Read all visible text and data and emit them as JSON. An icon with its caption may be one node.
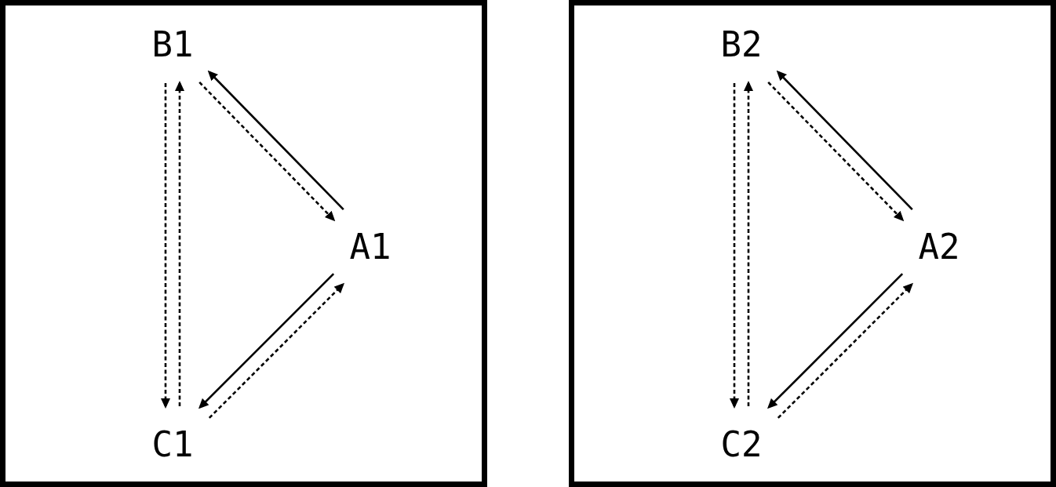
{
  "diagram": {
    "nodes": [
      {
        "text": [],
        "shape": "box"
      },
      {
        "text": [
          "B1"
        ],
        "in": 0
      },
      {
        "text": [
          "A1"
        ],
        "in": 0
      },
      {
        "text": [
          "C1"
        ],
        "in": 0
      },
      {
        "text": [],
        "shape": "box"
      },
      {
        "text": [
          "B2"
        ],
        "in": 4
      },
      {
        "text": [
          "A2"
        ],
        "in": 4
      },
      {
        "text": [
          "C2"
        ],
        "in": 4
      }
    ],
    "edges": [
      {
        "from": 1,
        "to": 3,
        "arrow": "to",
        "style": "dashed"
      },
      {
        "from": 3,
        "to": 1,
        "arrow": "to",
        "style": "dashed"
      },
      {
        "from": 2,
        "to": 1,
        "arrow": "to"
      },
      {
        "from": 1,
        "to": 2,
        "arrow": "to",
        "style": "dashed"
      },
      {
        "from": 2,
        "to": 3,
        "arrow": "to"
      },
      {
        "from": 3,
        "to": 2,
        "arrow": "to",
        "style": "dashed"
      },
      {
        "from": 5,
        "to": 7,
        "arrow": "to",
        "style": "dashed"
      },
      {
        "from": 7,
        "to": 5,
        "arrow": "to",
        "style": "dashed"
      },
      {
        "from": 6,
        "to": 5,
        "arrow": "to"
      },
      {
        "from": 5,
        "to": 6,
        "arrow": "to",
        "style": "dashed"
      },
      {
        "from": 6,
        "to": 7,
        "arrow": "to"
      },
      {
        "from": 7,
        "to": 6,
        "arrow": "to",
        "style": "dashed"
      }
    ]
  }
}
